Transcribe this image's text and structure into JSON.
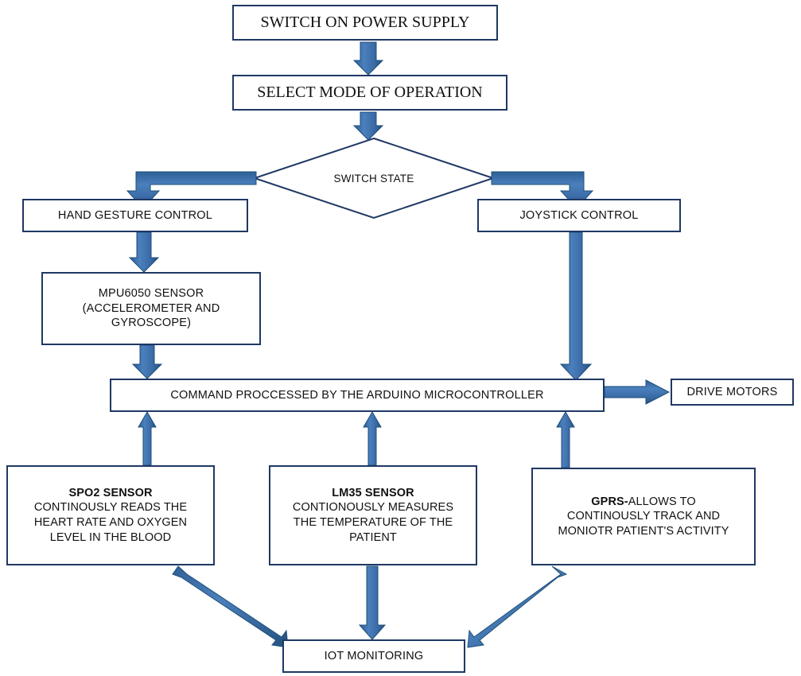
{
  "diagram": {
    "title": "System flow of a gesture / joystick controlled wheelchair with IoT health monitoring",
    "type": "flowchart",
    "background_color": "#ffffff",
    "box_border_color": "#1f3864",
    "arrow_color": "#3d6fa8",
    "arrow_color_dark": "#1f4e79",
    "text_color": "#111111"
  },
  "nodes": {
    "power_supply": {
      "label": "SWITCH ON POWER SUPPLY",
      "shape": "rectangle"
    },
    "select_mode": {
      "label": "SELECT MODE OF OPERATION",
      "shape": "rectangle"
    },
    "switch_state": {
      "label": "SWITCH STATE",
      "shape": "diamond"
    },
    "hand_gesture": {
      "label": "HAND GESTURE CONTROL",
      "shape": "rectangle"
    },
    "joystick": {
      "label": "JOYSTICK CONTROL",
      "shape": "rectangle"
    },
    "mpu6050": {
      "label": "MPU6050 SENSOR\n(ACCELEROMETER AND\nGYROSCOPE)",
      "shape": "rectangle"
    },
    "command": {
      "label": "COMMAND PROCCESSED  BY THE ARDUINO MICROCONTROLLER",
      "shape": "rectangle"
    },
    "drive_motors": {
      "label": "DRIVE MOTORS",
      "shape": "rectangle"
    },
    "spo2": {
      "heading": "SPO2 SENSOR",
      "body": "CONTINOUSLY READS THE\nHEART RATE AND OXYGEN\nLEVEL IN THE BLOOD",
      "shape": "rectangle"
    },
    "lm35": {
      "heading": "LM35 SENSOR",
      "body": "CONTIONOUSLY MEASURES\nTHE TEMPERATURE OF THE\nPATIENT",
      "shape": "rectangle"
    },
    "gprs": {
      "heading": "GPRS-",
      "heading_tail": "ALLOWS TO",
      "body": "CONTINOUSLY  TRACK AND\nMONIOTR PATIENT'S ACTIVITY",
      "shape": "rectangle"
    },
    "iot_monitoring": {
      "label": "IOT MONITORING",
      "shape": "rectangle"
    }
  },
  "edges": [
    {
      "from": "power_supply",
      "to": "select_mode",
      "style": "straight-down-arrow"
    },
    {
      "from": "select_mode",
      "to": "switch_state",
      "style": "straight-down-arrow"
    },
    {
      "from": "switch_state",
      "to": "hand_gesture",
      "style": "elbow-left-then-down-arrow"
    },
    {
      "from": "switch_state",
      "to": "joystick",
      "style": "elbow-right-then-down-arrow"
    },
    {
      "from": "hand_gesture",
      "to": "mpu6050",
      "style": "straight-down-arrow"
    },
    {
      "from": "mpu6050",
      "to": "command",
      "style": "straight-down-arrow"
    },
    {
      "from": "joystick",
      "to": "command",
      "style": "straight-down-arrow"
    },
    {
      "from": "command",
      "to": "drive_motors",
      "style": "straight-right-arrow"
    },
    {
      "from": "spo2",
      "to": "command",
      "style": "straight-up-arrow"
    },
    {
      "from": "lm35",
      "to": "command",
      "style": "straight-up-arrow"
    },
    {
      "from": "gprs",
      "to": "command",
      "style": "straight-up-arrow"
    },
    {
      "from": "spo2",
      "to": "iot_monitoring",
      "style": "diagonal-down-right-arrow"
    },
    {
      "from": "lm35",
      "to": "iot_monitoring",
      "style": "straight-down-arrow"
    },
    {
      "from": "gprs",
      "to": "iot_monitoring",
      "style": "diagonal-down-left-arrow"
    }
  ]
}
